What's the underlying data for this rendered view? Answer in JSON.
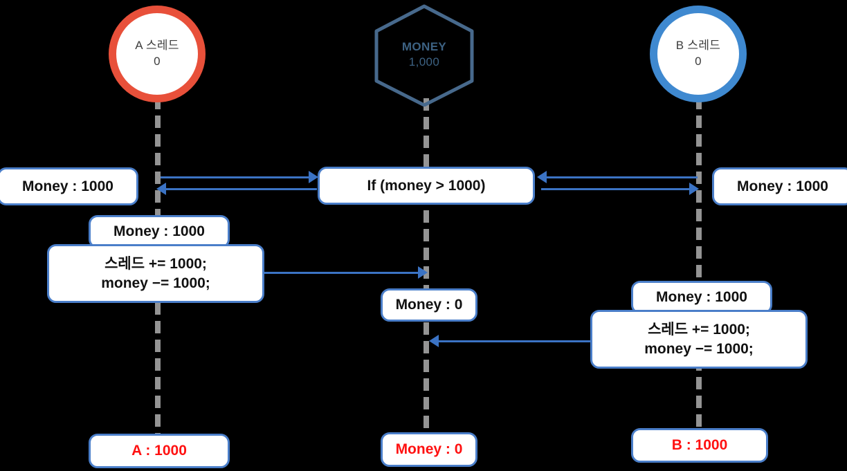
{
  "diagram": {
    "title": "Thread race condition sequence diagram",
    "colors": {
      "background": "#000000",
      "thread_a_ring": "#e8503a",
      "thread_b_ring": "#3f89d0",
      "money_hex_stroke": "#47698c",
      "box_border": "#4a7ec9",
      "arrow": "#3b73c4",
      "lifeline": "#949494",
      "alert_text": "#ff1111"
    },
    "nodes": {
      "thread_a": {
        "name": "A 스레드",
        "value": "0"
      },
      "money": {
        "name": "MONEY",
        "value": "1,000"
      },
      "thread_b": {
        "name": "B 스레드",
        "value": "0"
      }
    },
    "boxes": {
      "a_read": "Money : 1000",
      "condition": "If (money > 1000)",
      "b_read": "Money : 1000",
      "a_state": "Money : 1000",
      "a_code_line1": "스레드 += 1000;",
      "a_code_line2": "money −= 1000;",
      "center_money_mid": "Money : 0",
      "b_state": "Money : 1000",
      "b_code_line1": "스레드 += 1000;",
      "b_code_line2": "money −= 1000;",
      "a_result": "A : 1000",
      "center_result": "Money : 0",
      "b_result": "B : 1000"
    }
  }
}
